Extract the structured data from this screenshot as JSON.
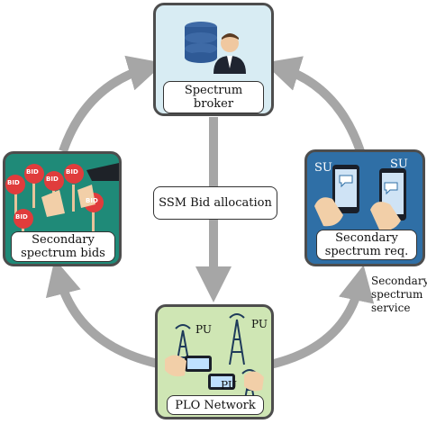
{
  "nodes": {
    "broker": {
      "line1": "Spectrum",
      "line2": "broker"
    },
    "bids": {
      "line1": "Secondary",
      "line2": "spectrum bids",
      "bid_badge": "BID"
    },
    "requests": {
      "line1": "Secondary",
      "line2": "spectrum req.",
      "user_tag": "SU"
    },
    "network": {
      "label": "PLO Network",
      "user_tag": "PU"
    }
  },
  "edges": {
    "center": "SSM Bid allocation",
    "service": {
      "line1": "Secondary",
      "line2": "spectrum",
      "line3": "service"
    }
  },
  "colors": {
    "arrow": "#a6a6a6",
    "broker_bg": "#d8ecf3",
    "bids_bg": "#1f8a78",
    "requests_bg": "#2f6fa6",
    "network_bg": "#cfe6b4",
    "bid_badge": "#e03c3c"
  }
}
